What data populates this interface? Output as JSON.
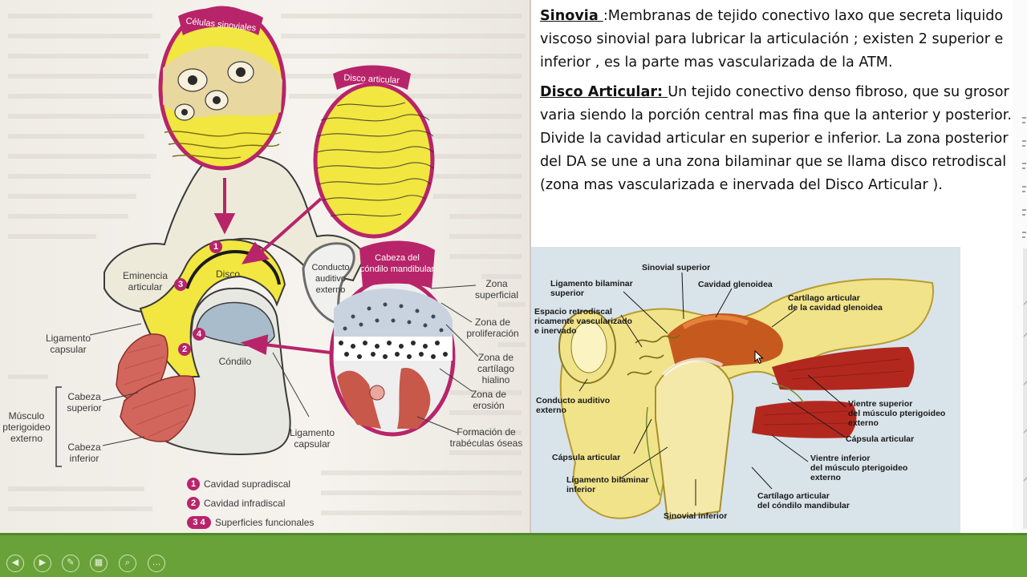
{
  "left_page": {
    "callouts": {
      "celulas": "Células sinoviales",
      "disco_articular": "Disco articular",
      "cabeza_condilo_1": "Cabeza del",
      "cabeza_condilo_2": "cóndilo mandibular"
    },
    "labels": {
      "eminencia_1": "Eminencia",
      "eminencia_2": "articular",
      "disco": "Disco",
      "condilo": "Cóndilo",
      "conducto_1": "Conducto",
      "conducto_2": "auditivo",
      "conducto_3": "externo",
      "ligamento_capsular_left_1": "Ligamento",
      "ligamento_capsular_left_2": "capsular",
      "cabeza_superior_1": "Cabeza",
      "cabeza_superior_2": "superior",
      "cabeza_inferior_1": "Cabeza",
      "cabeza_inferior_2": "inferior",
      "musculo_1": "Músculo",
      "musculo_2": "pterigoideo",
      "musculo_3": "externo",
      "ligamento_capsular_bottom_1": "Ligamento",
      "ligamento_capsular_bottom_2": "capsular",
      "zona_superficial_1": "Zona",
      "zona_superficial_2": "superficial",
      "zona_proliferacion_1": "Zona de",
      "zona_proliferacion_2": "proliferación",
      "zona_cartilago_1": "Zona de",
      "zona_cartilago_2": "cartílago hialino",
      "zona_erosion_1": "Zona de",
      "zona_erosion_2": "erosión",
      "formacion_1": "Formación de",
      "formacion_2": "trabéculas óseas"
    },
    "legend": [
      {
        "badge": "1",
        "text": "Cavidad supradiscal"
      },
      {
        "badge": "2",
        "text": "Cavidad infradiscal"
      },
      {
        "badge": "3 4",
        "text": "Superficies funcionales"
      }
    ],
    "badges": [
      "1",
      "2",
      "3",
      "4"
    ]
  },
  "right_page": {
    "paragraphs": [
      {
        "term": "Sinovia ",
        "text": ":Membranas de  tejido conectivo laxo que secreta liquido viscoso sinovial para lubricar la articulación ; existen 2 superior e inferior , es la parte mas vascularizada de la ATM."
      },
      {
        "term": "Disco Articular: ",
        "text": " Un tejido conectivo denso fibroso, que su grosor varia siendo la porción central mas fina que la anterior y posterior. Divide la cavidad articular en superior e inferior.  La zona posterior del DA se une a una zona bilaminar que se llama disco retrodiscal (zona mas vascularizada e inervada del Disco Articular )."
      }
    ],
    "illustration_labels": {
      "sinovial_superior": "Sinovial superior",
      "ligamento_bilaminar_superior_1": "Ligamento bilaminar",
      "ligamento_bilaminar_superior_2": "superior",
      "cavidad_glenoidea": "Cavidad glenoidea",
      "cartilago_cavidad_1": "Cartílago articular",
      "cartilago_cavidad_2": "de la cavidad glenoidea",
      "espacio_1": "Espacio retrodiscal",
      "espacio_2": "ricamente vascularizado",
      "espacio_3": "e inervado",
      "conducto_1": "Conducto auditivo",
      "conducto_2": "externo",
      "vientre_superior_1": "Vientre superior",
      "vientre_superior_2": "del músculo pterigoideo",
      "vientre_superior_3": "externo",
      "capsula_right": "Cápsula articular",
      "capsula_left": "Cápsula articular",
      "vientre_inferior_1": "Vientre inferior",
      "vientre_inferior_2": "del músculo pterigoideo",
      "vientre_inferior_3": "externo",
      "ligamento_bilaminar_inferior_1": "Ligamento bilaminar",
      "ligamento_bilaminar_inferior_2": "inferior",
      "cartilago_condilo_1": "Cartílago articular",
      "cartilago_condilo_2": "del cóndilo mandibular",
      "sinovial_inferior": "Sinovial inferior"
    }
  },
  "taskbar": {
    "buttons": [
      {
        "name": "previous-slide-button",
        "icon": "chevron-left-icon",
        "glyph": "◀"
      },
      {
        "name": "next-slide-button",
        "icon": "chevron-right-icon",
        "glyph": "▶"
      },
      {
        "name": "pen-tool-button",
        "icon": "pen-icon",
        "glyph": "✎"
      },
      {
        "name": "see-all-slides-button",
        "icon": "slides-grid-icon",
        "glyph": "▦"
      },
      {
        "name": "zoom-button",
        "icon": "magnifier-icon",
        "glyph": "⌕"
      },
      {
        "name": "more-options-button",
        "icon": "ellipsis-icon",
        "glyph": "…"
      }
    ]
  },
  "colors": {
    "accent_magenta": "#b8246a",
    "taskbar_green": "#6aa23a",
    "disc_yellow": "#f2e640",
    "muscle_red": "#c2201d",
    "condyle_blue": "#a9bccb"
  }
}
